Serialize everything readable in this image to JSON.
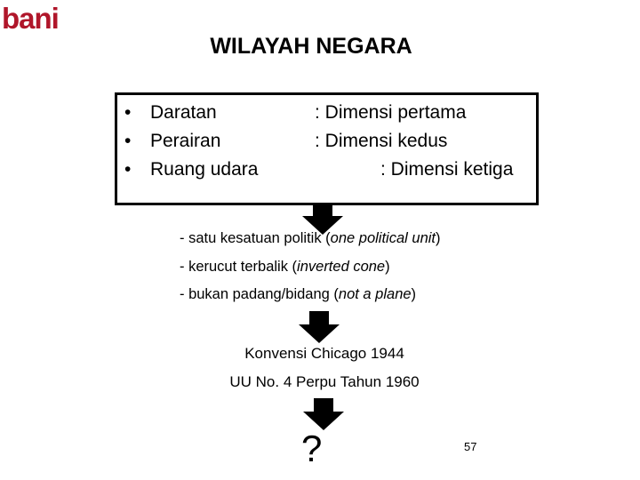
{
  "logo": {
    "text": "bani",
    "color": "#b0162a"
  },
  "title": "WILAYAH NEGARA",
  "box": {
    "items": [
      {
        "bullet": "•",
        "term": "Daratan",
        "desc": ": Dimensi pertama"
      },
      {
        "bullet": "•",
        "term": "Perairan",
        "desc": ": Dimensi kedus"
      },
      {
        "bullet": "•",
        "term": "Ruang udara",
        "desc": ": Dimensi ketiga"
      }
    ]
  },
  "characteristics": [
    {
      "prefix": "- satu kesatuan politik (",
      "italic": "one political unit",
      "suffix": ")"
    },
    {
      "prefix": "- kerucut terbalik (",
      "italic": "inverted cone",
      "suffix": ")"
    },
    {
      "prefix": "- bukan padang/bidang (",
      "italic": "not a plane",
      "suffix": ")"
    }
  ],
  "legal_basis": [
    "Konvensi Chicago 1944",
    "UU No. 4 Perpu Tahun 1960"
  ],
  "question_mark": "?",
  "page_number": "57",
  "colors": {
    "arrow": "#000000",
    "border": "#000000",
    "brand": "#b0162a"
  }
}
